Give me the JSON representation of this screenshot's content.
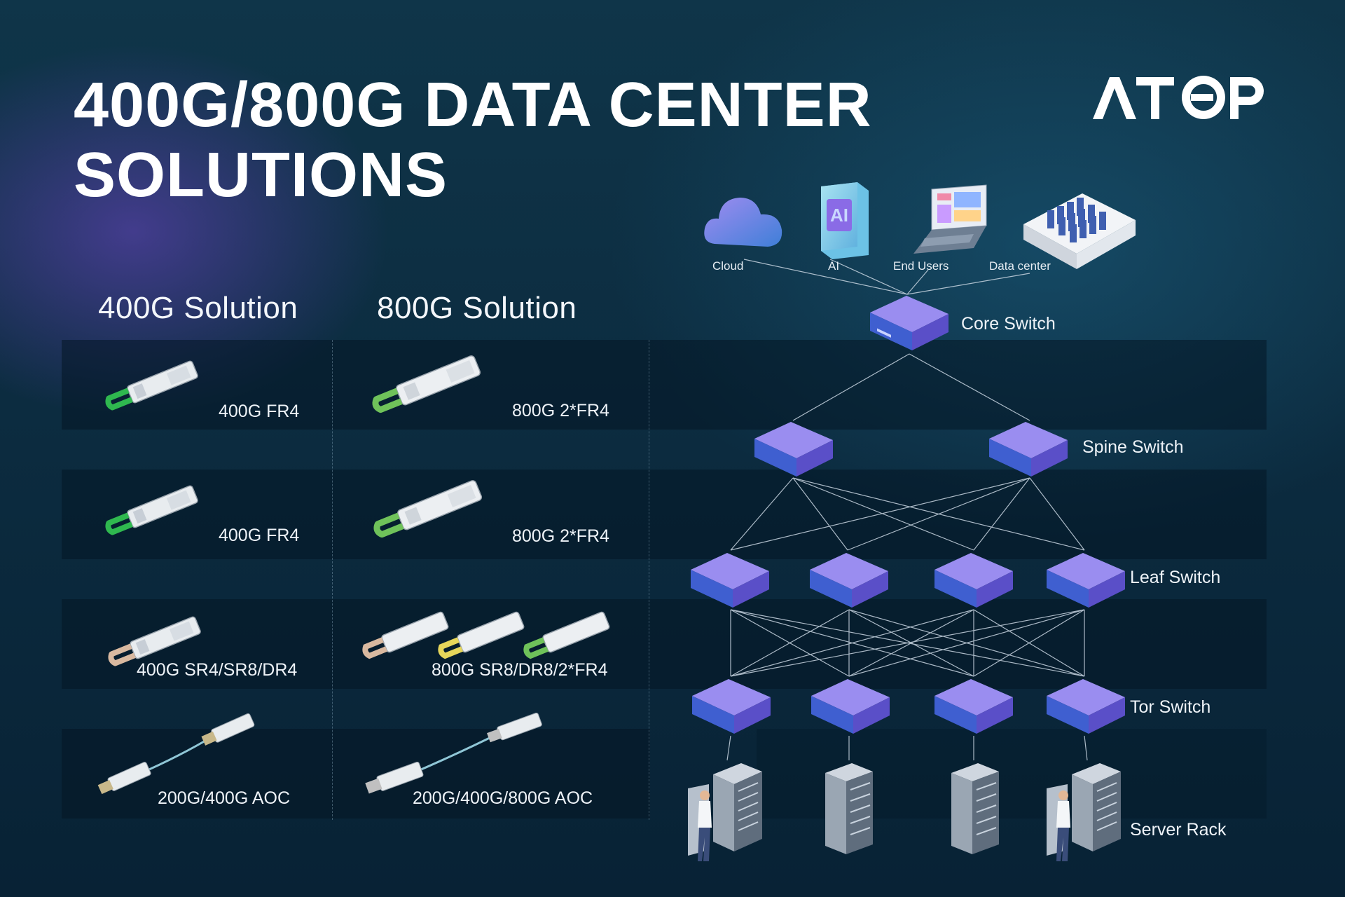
{
  "title": {
    "line1": "400G/800G DATA CENTER",
    "line2": "SOLUTIONS"
  },
  "brand": {
    "name": "ATOP",
    "color": "#ffffff"
  },
  "columns": {
    "col400": "400G Solution",
    "col800": "800G Solution"
  },
  "products400": [
    {
      "label": "400G FR4",
      "latch_color": "#2fb84f",
      "icon": "qsfp-module-icon"
    },
    {
      "label": "400G FR4",
      "latch_color": "#2fb84f",
      "icon": "qsfp-module-icon"
    },
    {
      "label": "400G SR4/SR8/DR4",
      "latch_color": "#d9b9a0",
      "icon": "qsfp-module-icon"
    },
    {
      "label": "200G/400G AOC",
      "latch_color": "#c8b88a",
      "icon": "aoc-cable-icon"
    }
  ],
  "products800": [
    {
      "label": "800G 2*FR4",
      "latch_color": "#6fc25a",
      "icon": "osfp-module-icon"
    },
    {
      "label": "800G 2*FR4",
      "latch_color": "#6fc25a",
      "icon": "osfp-module-icon"
    },
    {
      "label": "800G SR8/DR8/2*FR4",
      "latch_colors": [
        "#d9b9a0",
        "#e6d65a",
        "#6fc25a"
      ],
      "icon": "osfp-module-icon"
    },
    {
      "label": "200G/400G/800G AOC",
      "latch_color": "#c0c0c0",
      "icon": "aoc-cable-icon"
    }
  ],
  "network": {
    "categories": [
      {
        "label": "Cloud",
        "icon": "cloud-icon"
      },
      {
        "label": "AI",
        "icon": "ai-chip-icon"
      },
      {
        "label": "End Users",
        "icon": "laptop-icon"
      },
      {
        "label": "Data center",
        "icon": "datacenter-icon"
      }
    ],
    "layers": {
      "core": "Core Switch",
      "spine": "Spine Switch",
      "leaf": "Leaf Switch",
      "tor": "Tor Switch",
      "server": "Server Rack"
    },
    "colors": {
      "switch_top": "#9a8df0",
      "switch_side": "#5a4fc8",
      "switch_front": "#3f5fd0",
      "link": "#c9d6e2"
    }
  }
}
